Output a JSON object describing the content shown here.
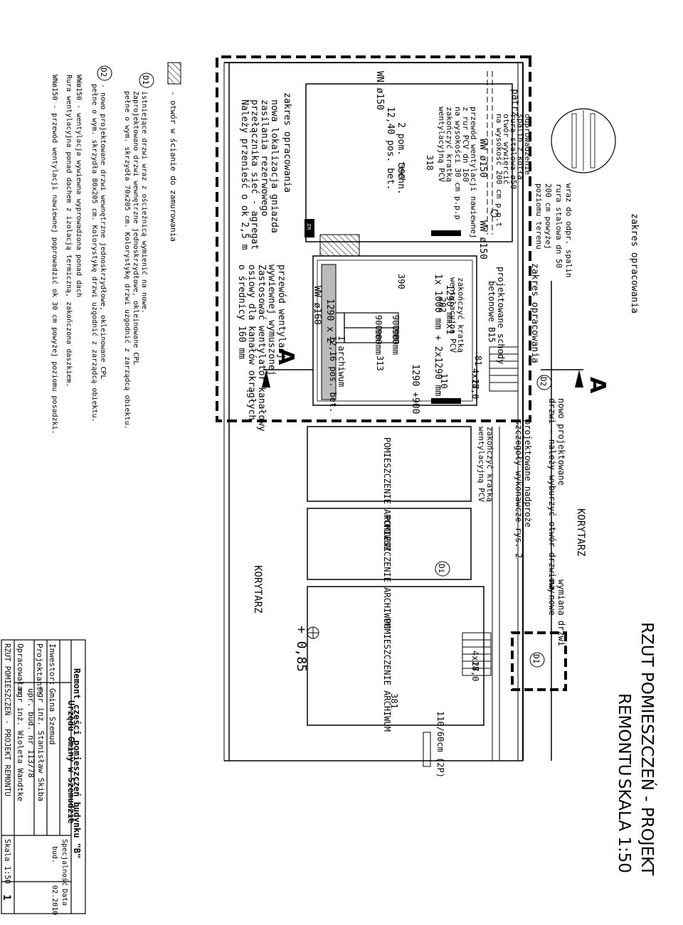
{
  "title": {
    "line1": "RZUT POMIESZCZEŃ - PROJEKT",
    "line2": "REMONTU",
    "scale": "SKALA 1:50"
  },
  "plan": {
    "zakres_top": "zakres opracowania",
    "zakres_mid": "zakres opracowania",
    "zakres_left": "zakres opracowania",
    "patrz": "patrz",
    "rura_label": "rura stalowa dn 50",
    "rura_note1": "200 cm powyżej",
    "rura_note2": "poziomu terenu",
    "wraz": "wraz do odpr. spalin",
    "odpr1": "odprowadzenie",
    "odpr2": "spalin z kotła",
    "odpr3": "rura stalowa ø50",
    "odpr4": "otwór wywiercić",
    "odpr5": "na wysokość 200 cm p.p.t",
    "wn150": "WN ø150",
    "ww150a": "WW ø150",
    "ww150b": "WW ø150",
    "przewod1": "przewód wentylacji nawiewnej",
    "przewod2": "z rur PCV dn 160",
    "przewod3": "na wysokości 30 cm p.p.p",
    "krat1": "zakończyć kratką",
    "krat2": "wentylacyjną PCV",
    "dim318": "318",
    "dim390a": "390",
    "dim390b": "390",
    "dim202": "202",
    "dim313": "313",
    "dim110": "110",
    "dim81": "81",
    "dim381": "381",
    "pom_techn1": "2 pom. techn.",
    "pom_techn2": "12,40 pos. bet.",
    "gniazdo1": "nowa lokalizacja gniazda",
    "gniazdo2": "zasilania rezerwowego",
    "gniazdo3": "przełącznika sieć - agregat",
    "gniazdo4": "Należy przenieść o ok 2,5 m",
    "okna": "1x 1000 mm + 2x1290 mm",
    "dim1290x1": "1290 mmx1",
    "krat3": "zakończyć kratką",
    "krat4": "wentylacyjną PCV",
    "regal900a": "900mm",
    "regal900b": "900mm",
    "regal900c": "900mm",
    "regal900d": "900mm",
    "dim1290x2": "1290 x 2",
    "dim1290_900": "1290 +900",
    "ww160": "WW ø160",
    "vent1": "przewód wentylacji",
    "vent2": "wywiewnej wymuszonej",
    "vent3": "Zastosować wentylator kanałowy",
    "vent4": "osiowy dla kanałów okrągłych",
    "vent5": "o średnicy 160 mm",
    "archiwum1": "1 archiwum",
    "archiwum2": "12,16 pos. bet.",
    "schody1": "projektowane schody",
    "schody2": "betonowe B15",
    "stairs1": "4x18,0",
    "stairs1b": "27",
    "stairs2": "4x18,0",
    "stairs2b": "27",
    "section_a": "A",
    "d2_tag": "D2",
    "d1_tag": "D1",
    "di_tag": "Di",
    "zr_tag": "ZR",
    "nowe_drzwi1": "nowo projektowane",
    "nowe_drzwi2": "drzwi - należy wyburzyć otwór drzwiowy",
    "nadproze1": "projektowane nadproże",
    "nadproze2": "szczegóły wykonawcze rys. 2",
    "krat5": "zakończyć kratką",
    "krat6": "wentylacyjną PCV",
    "pom_arch": "POMIESZCZENIE ARCHIWUM",
    "korytarz": "KORYTARZ",
    "wymiana1": "wymiana drzwi",
    "wymiana2": "na nowe",
    "level": "+ 0,85",
    "grzejnik": "110/60cm (2P)"
  },
  "legend": {
    "item1": "- otwór w ścianie do zamurowania",
    "d1_a": "istniejące drzwi wraz z ościeżnicą wymienić na nowe.",
    "d1_b": "Zaprojektowano drzwi wewnętrzne jednoskrzydłowe, okleinowane CPL",
    "d1_c": "pełne o wym. skrzydła 70x205 cm. Kolorystykę drzwi uzgodnić z zarządcą obiektu.",
    "d2_a": "- nowo projektowane drzwi wewnętrzne jednoskrzydłowe, okleinowane CPL",
    "d2_b": "pełne o wym. skrzydła 80x205 cm. Kolorystykę drzwi uzgodnić z zarządcą obiektu.",
    "ww_a": "WWø150 - wentylacja wywiewna wyprowadzona ponad dach",
    "ww_b": "Rura wentylacyjna ponad dachem z izolacją termiczną, zakończona daszkiem.",
    "wn_a": "WNø150 - przewód wentylacji nawiewnej poprowadzić ok 30 cm powyżej poziomu posadzki."
  },
  "titleblock": {
    "heading1": "Remont części pomieszczeń budynku \"B\"",
    "heading2": "Urzędu Gminy w Szemudzie",
    "inwestor_label": "Inwestor:",
    "inwestor_value": "Gmina Szemud",
    "projektant_label": "Projektant:",
    "projektant_value1": "mgr inż. Stanisław Skiba",
    "projektant_value2": "upr. bud. nr 113/78",
    "opracowala_label": "Opracowała:",
    "opracowala_value": "mgr inż. Wioleta Wandtke",
    "specj_label": "Specjalność",
    "specj_value": "bud.",
    "data_label": "Data",
    "data_value": "02.2010",
    "drawing_title": "RZUT POMIESZCZEŃ - PROJEKT REMONTU",
    "scale": "Skala 1:50",
    "sheet": "1"
  }
}
